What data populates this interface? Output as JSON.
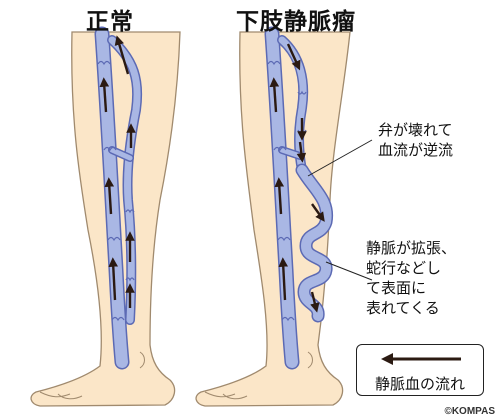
{
  "titles": {
    "normal": "正常",
    "varicose": "下肢静脈瘤"
  },
  "annotations": {
    "valve_broken": [
      "弁が壊れて",
      "血流が逆流"
    ],
    "vein_dilated": [
      "静脈が拡張、",
      "蛇行などし",
      "て表面に",
      "表れてくる"
    ]
  },
  "legend": {
    "label": "静脈血の流れ"
  },
  "credit": "©KOMPAS",
  "colors": {
    "skin": "#fbe6c8",
    "skin_outline": "#a08a6e",
    "vein_fill": "#a9b7e4",
    "vein_outline": "#5c6ab4",
    "arrow": "#2b1a12"
  }
}
